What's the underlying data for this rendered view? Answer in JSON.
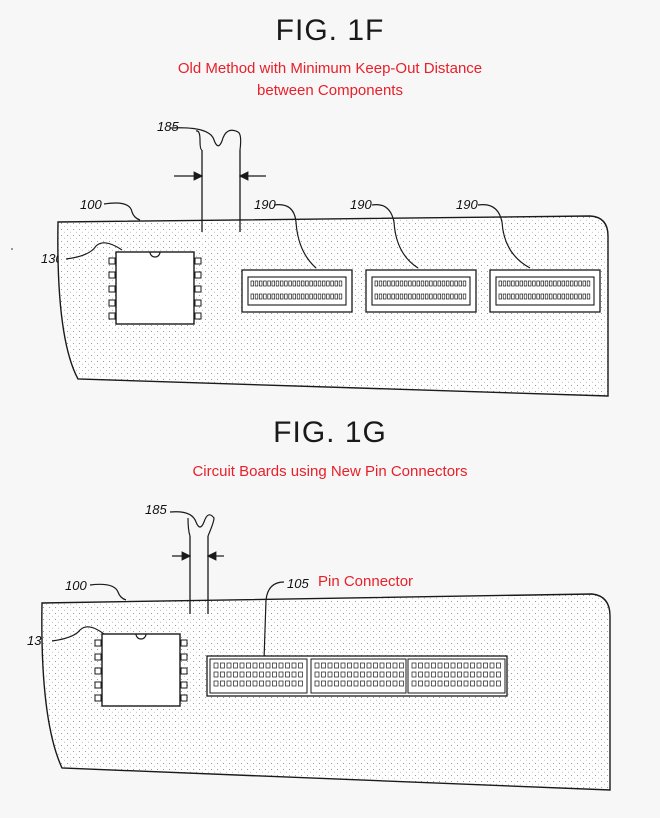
{
  "fig1f": {
    "title": "FIG. 1F",
    "caption_line1": "Old Method with Minimum Keep-Out Distance",
    "caption_line2": "between Components",
    "label_keepout": "185",
    "label_board": "100",
    "label_chip": "130",
    "label_connectors": [
      "190",
      "190",
      "190"
    ]
  },
  "fig1g": {
    "title": "FIG. 1G",
    "caption": "Circuit Boards using New Pin Connectors",
    "label_keepout": "185",
    "label_board": "100",
    "label_chip": "130",
    "label_connector_num": "105",
    "label_connector_name": "Pin Connector"
  },
  "colors": {
    "annotation": "#e8202a",
    "line": "#1a1a1a"
  }
}
